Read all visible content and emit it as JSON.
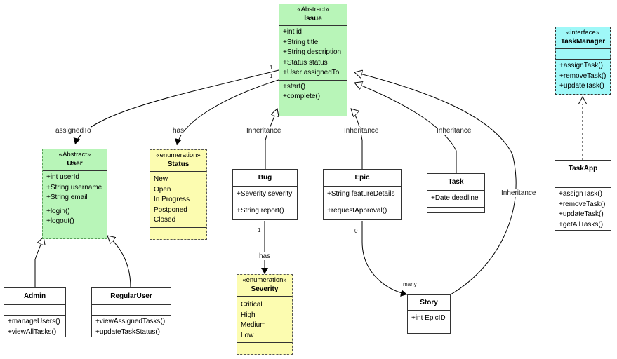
{
  "classes": {
    "issue": {
      "stereotype": "«Abstract»",
      "name": "Issue",
      "attributes": [
        "+int id",
        "+String title",
        "+String description",
        "+Status status",
        "+User assignedTo"
      ],
      "methods": [
        "+start()",
        "+complete()"
      ]
    },
    "taskmanager": {
      "stereotype": "«interface»",
      "name": "TaskManager",
      "methods": [
        "+assignTask()",
        "+removeTask()",
        "+updateTask()"
      ]
    },
    "user": {
      "stereotype": "«Abstract»",
      "name": "User",
      "attributes": [
        "+int userId",
        "+String username",
        "+String email"
      ],
      "methods": [
        "+login()",
        "+logout()"
      ]
    },
    "status": {
      "stereotype": "«enumeration»",
      "name": "Status",
      "values": [
        "New",
        "Open",
        "In Progress",
        "Postponed",
        "Closed"
      ]
    },
    "bug": {
      "name": "Bug",
      "attributes": [
        "+Severity severity"
      ],
      "methods": [
        "+String report()"
      ]
    },
    "epic": {
      "name": "Epic",
      "attributes": [
        "+String featureDetails"
      ],
      "methods": [
        "+requestApproval()"
      ]
    },
    "task": {
      "name": "Task",
      "attributes": [
        "+Date deadline"
      ]
    },
    "taskapp": {
      "name": "TaskApp",
      "methods": [
        "+assignTask()",
        "+removeTask()",
        "+updateTask()",
        "+getAllTasks()"
      ]
    },
    "admin": {
      "name": "Admin",
      "methods": [
        "+manageUsers()",
        "+viewAllTasks()"
      ]
    },
    "regularuser": {
      "name": "RegularUser",
      "methods": [
        "+viewAssignedTasks()",
        "+updateTaskStatus()"
      ]
    },
    "severity": {
      "stereotype": "«enumeration»",
      "name": "Severity",
      "values": [
        "Critical",
        "High",
        "Medium",
        "Low"
      ]
    },
    "story": {
      "name": "Story",
      "attributes": [
        "+int EpicID"
      ]
    }
  },
  "labels": {
    "assigned_to": "assignedTo",
    "has_status": "has",
    "inheritance_bug": "Inheritance",
    "inheritance_epic": "Inheritance",
    "inheritance_task": "Inheritance",
    "inheritance_story": "Inheritance",
    "has_severity": "has"
  },
  "multiplicities": {
    "issue_user": "1",
    "issue_status": "1",
    "bug_severity": "1",
    "epic_story_source": "0",
    "epic_story_target": "many"
  },
  "colors": {
    "abstract_fill": "#b8f5b8",
    "enum_fill": "#fcfcb0",
    "interface_fill": "#9ff8f8",
    "line": "#000000"
  }
}
